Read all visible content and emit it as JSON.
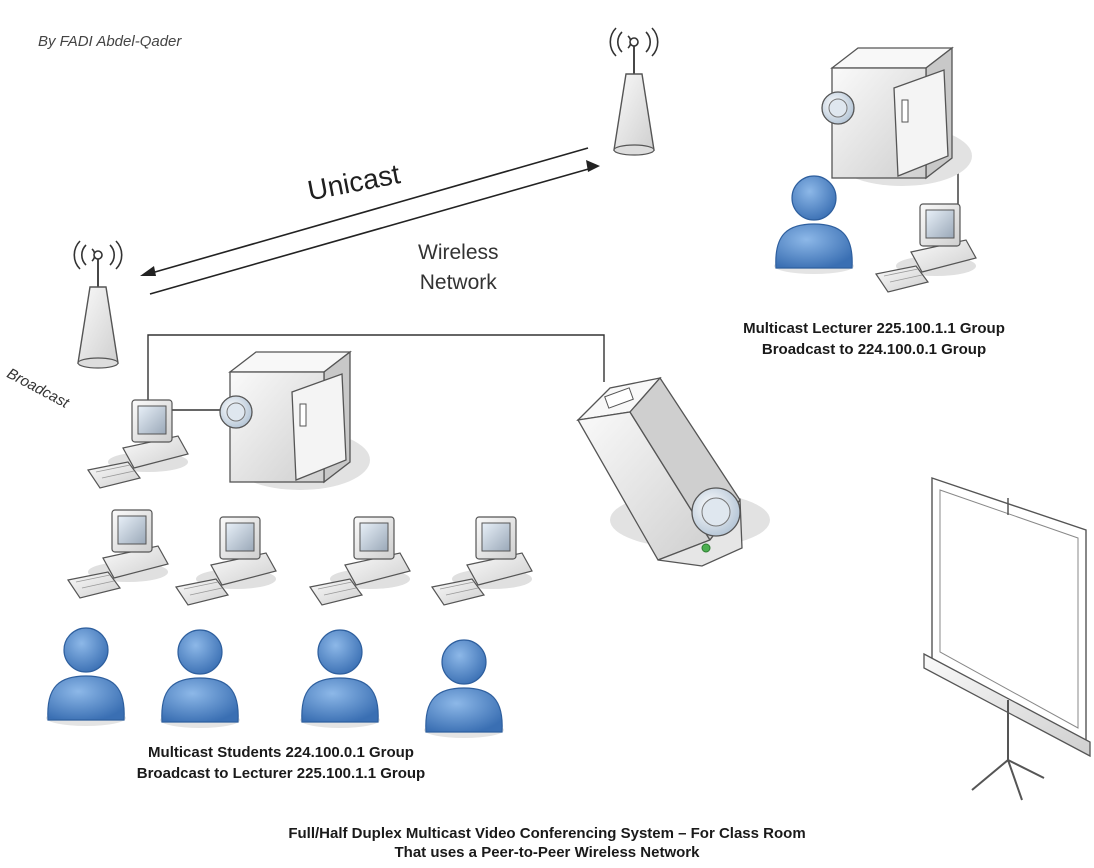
{
  "author": "By FADI Abdel-Qader",
  "labels": {
    "unicast": "Unicast",
    "wireless_line1": "Wireless",
    "wireless_line2": "Network",
    "broadcast": "Broadcast"
  },
  "lecturer_group": {
    "line1": "Multicast Lecturer 225.100.1.1 Group",
    "line2": "Broadcast to  224.100.0.1 Group"
  },
  "students_group": {
    "line1": "Multicast Students 224.100.0.1 Group",
    "line2": "Broadcast to Lecturer  225.100.1.1 Group"
  },
  "footer": {
    "line1": "Full/Half Duplex Multicast Video Conferencing System – For Class Room",
    "line2": "That uses a Peer-to-Peer Wireless Network"
  },
  "colors": {
    "person_fill": "#4a7fc1",
    "person_highlight": "#8db8e8",
    "device_fill": "#f2f2f2",
    "device_stroke": "#555555",
    "shadow": "#d6d6d6"
  }
}
